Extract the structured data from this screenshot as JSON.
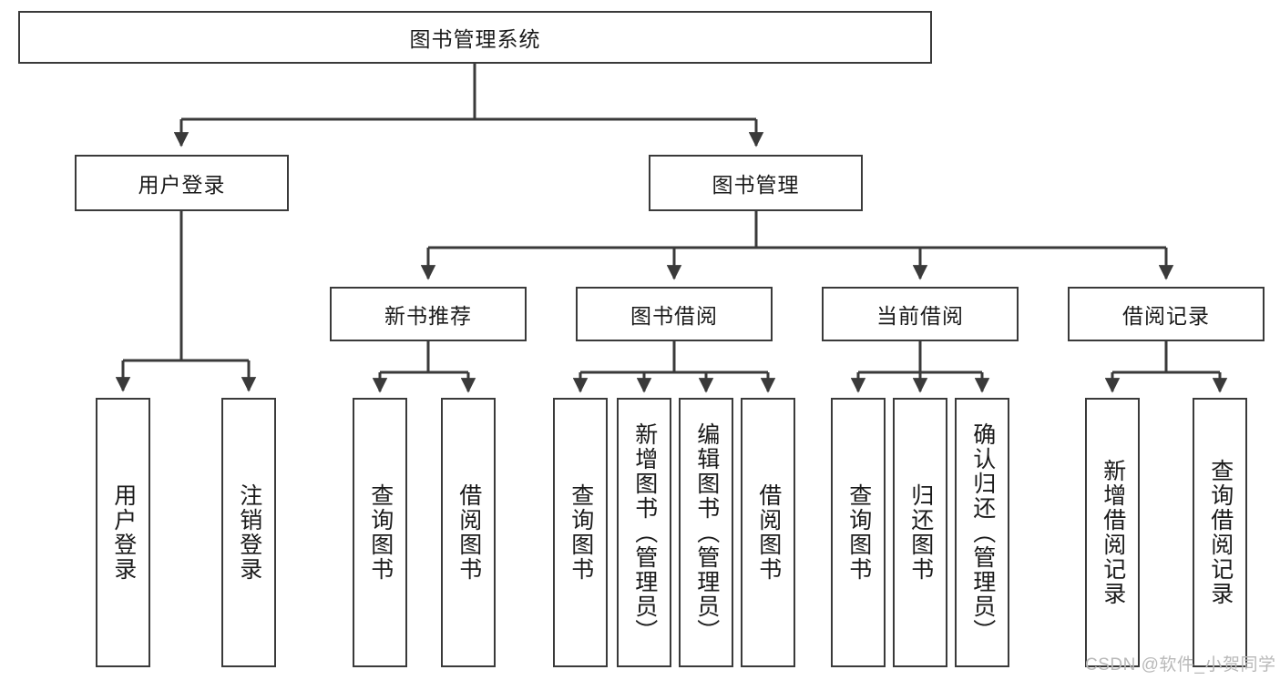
{
  "diagram": {
    "type": "hierarchy-tree",
    "title": "图书管理系统",
    "root": {
      "id": "root",
      "label": "图书管理系统"
    },
    "level1": [
      {
        "id": "user-login",
        "label": "用户登录"
      },
      {
        "id": "book-management",
        "label": "图书管理"
      }
    ],
    "level2": [
      {
        "id": "new-book-recommend",
        "label": "新书推荐",
        "parent": "book-management"
      },
      {
        "id": "book-borrow",
        "label": "图书借阅",
        "parent": "book-management"
      },
      {
        "id": "current-borrow",
        "label": "当前借阅",
        "parent": "book-management"
      },
      {
        "id": "borrow-record",
        "label": "借阅记录",
        "parent": "book-management"
      }
    ],
    "leaves": [
      {
        "id": "leaf-user-login",
        "label": "用户登录",
        "parent": "user-login"
      },
      {
        "id": "leaf-logout-login",
        "label": "注销登录",
        "parent": "user-login"
      },
      {
        "id": "leaf-query-book-1",
        "label": "查询图书",
        "parent": "new-book-recommend"
      },
      {
        "id": "leaf-borrow-book-1",
        "label": "借阅图书",
        "parent": "new-book-recommend"
      },
      {
        "id": "leaf-query-book-2",
        "label": "查询图书",
        "parent": "book-borrow"
      },
      {
        "id": "leaf-add-book",
        "label": "新增图书（管理员）",
        "parent": "book-borrow"
      },
      {
        "id": "leaf-edit-book",
        "label": "编辑图书（管理员）",
        "parent": "book-borrow"
      },
      {
        "id": "leaf-borrow-book-2",
        "label": "借阅图书",
        "parent": "book-borrow"
      },
      {
        "id": "leaf-query-book-3",
        "label": "查询图书",
        "parent": "current-borrow"
      },
      {
        "id": "leaf-return-book",
        "label": "归还图书",
        "parent": "current-borrow"
      },
      {
        "id": "leaf-confirm-return",
        "label": "确认归还（管理员）",
        "parent": "current-borrow"
      },
      {
        "id": "leaf-add-record",
        "label": "新增借阅记录",
        "parent": "borrow-record"
      },
      {
        "id": "leaf-query-record",
        "label": "查询借阅记录",
        "parent": "borrow-record"
      }
    ]
  },
  "watermark": {
    "text": "CSDN @软件_小贺同学"
  },
  "colors": {
    "border": "#3a3a3a",
    "background": "#ffffff",
    "text": "#1a1a1a",
    "watermark": "#b9b9b9"
  }
}
